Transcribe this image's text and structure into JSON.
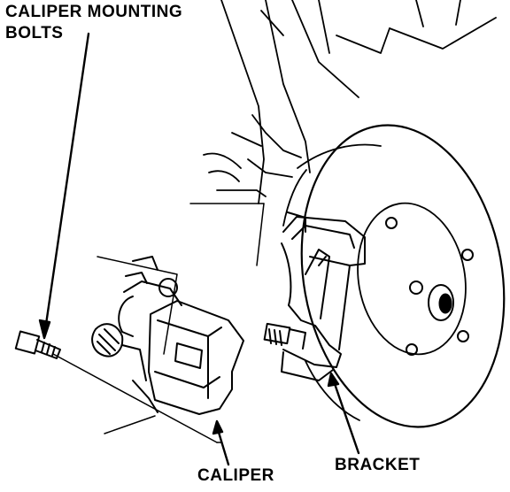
{
  "labels": {
    "caliper_mounting_bolts_line1": "CALIPER MOUNTING",
    "caliper_mounting_bolts_line2": "BOLTS",
    "caliper": "CALIPER",
    "bracket": "BRACKET"
  },
  "colors": {
    "ink": "#000000",
    "paper": "#ffffff"
  }
}
